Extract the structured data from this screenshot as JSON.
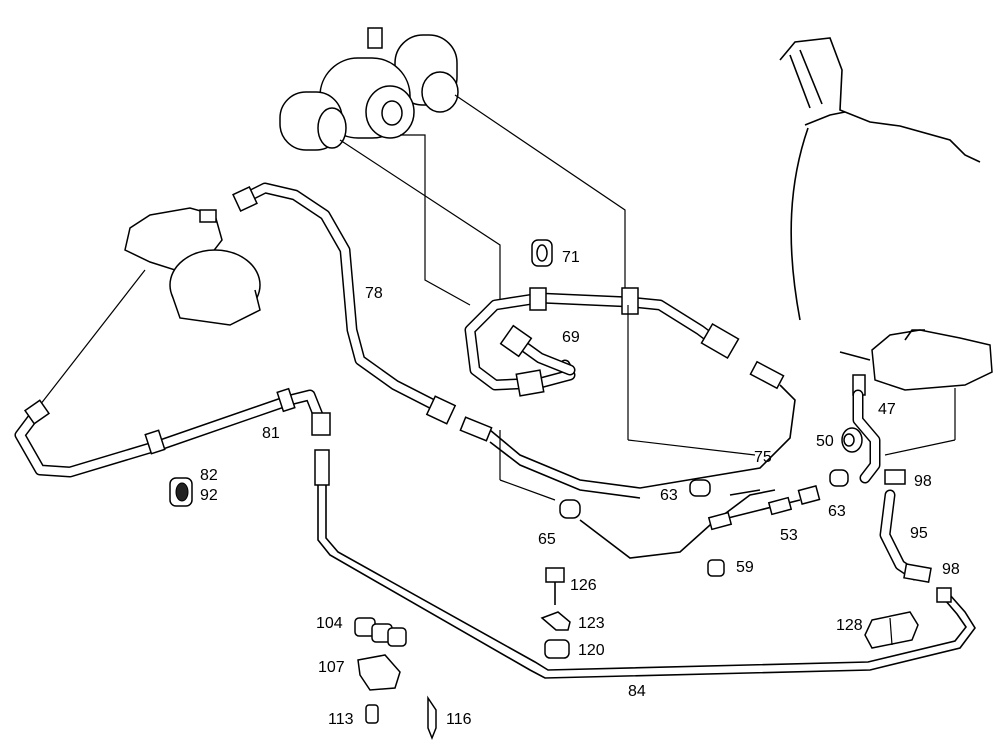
{
  "callouts": {
    "p71": "71",
    "p78": "78",
    "p69": "69",
    "p47": "47",
    "p50": "50",
    "p81": "81",
    "p75": "75",
    "p98a": "98",
    "p82": "82",
    "p92": "92",
    "p63a": "63",
    "p63b": "63",
    "p65": "65",
    "p53": "53",
    "p95": "95",
    "p59": "59",
    "p126": "126",
    "p98b": "98",
    "p104": "104",
    "p123": "123",
    "p128": "128",
    "p120": "120",
    "p107": "107",
    "p84": "84",
    "p113": "113",
    "p116": "116"
  }
}
